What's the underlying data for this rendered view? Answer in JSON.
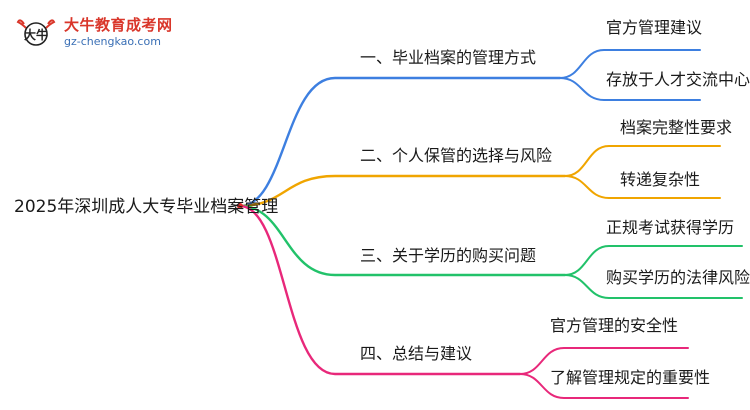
{
  "logo": {
    "title": "大牛教育成考网",
    "url": "gz-chengkao.com",
    "mark_text": "大牛"
  },
  "mindmap": {
    "root": "2025年深圳成人大专毕业档案管理",
    "branches": [
      {
        "label": "一、毕业档案的管理方式",
        "color": "#3d7fe0",
        "children": [
          "官方管理建议",
          "存放于人才交流中心"
        ]
      },
      {
        "label": "二、个人保管的选择与风险",
        "color": "#f0a500",
        "children": [
          "档案完整性要求",
          "转递复杂性"
        ]
      },
      {
        "label": "三、关于学历的购买问题",
        "color": "#22c26a",
        "children": [
          "正规考试获得学历",
          "购买学历的法律风险"
        ]
      },
      {
        "label": "四、总结与建议",
        "color": "#e8287a",
        "children": [
          "官方管理的安全性",
          "了解管理规定的重要性"
        ]
      }
    ],
    "root_color": "#e02a2a"
  }
}
